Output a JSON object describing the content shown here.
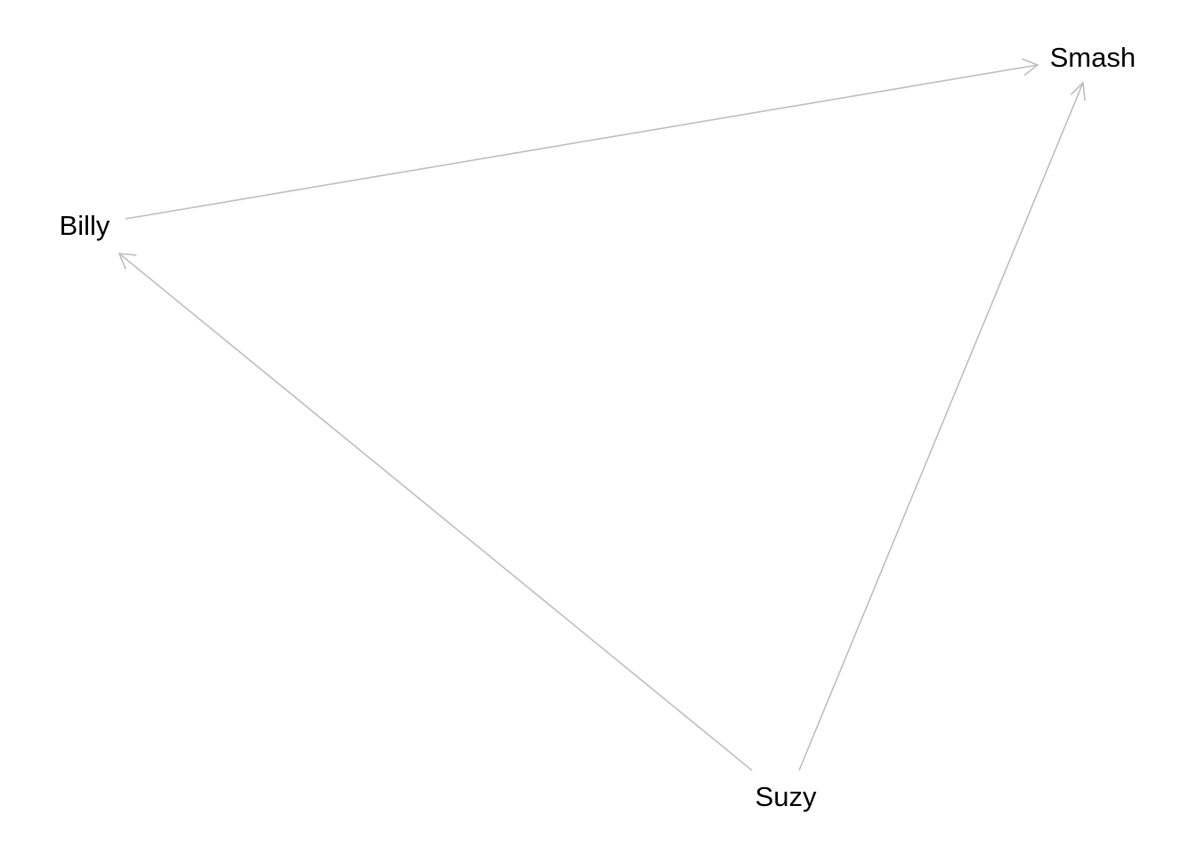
{
  "nodes": [
    {
      "id": "smash",
      "label": "Smash"
    },
    {
      "id": "billy",
      "label": "Billy"
    },
    {
      "id": "suzy",
      "label": "Suzy"
    }
  ],
  "edges": [
    {
      "from": "billy",
      "to": "smash"
    },
    {
      "from": "suzy",
      "to": "billy"
    },
    {
      "from": "suzy",
      "to": "smash"
    }
  ],
  "colors": {
    "edge": "#bebebe",
    "label": "#000000",
    "background": "#ffffff"
  }
}
